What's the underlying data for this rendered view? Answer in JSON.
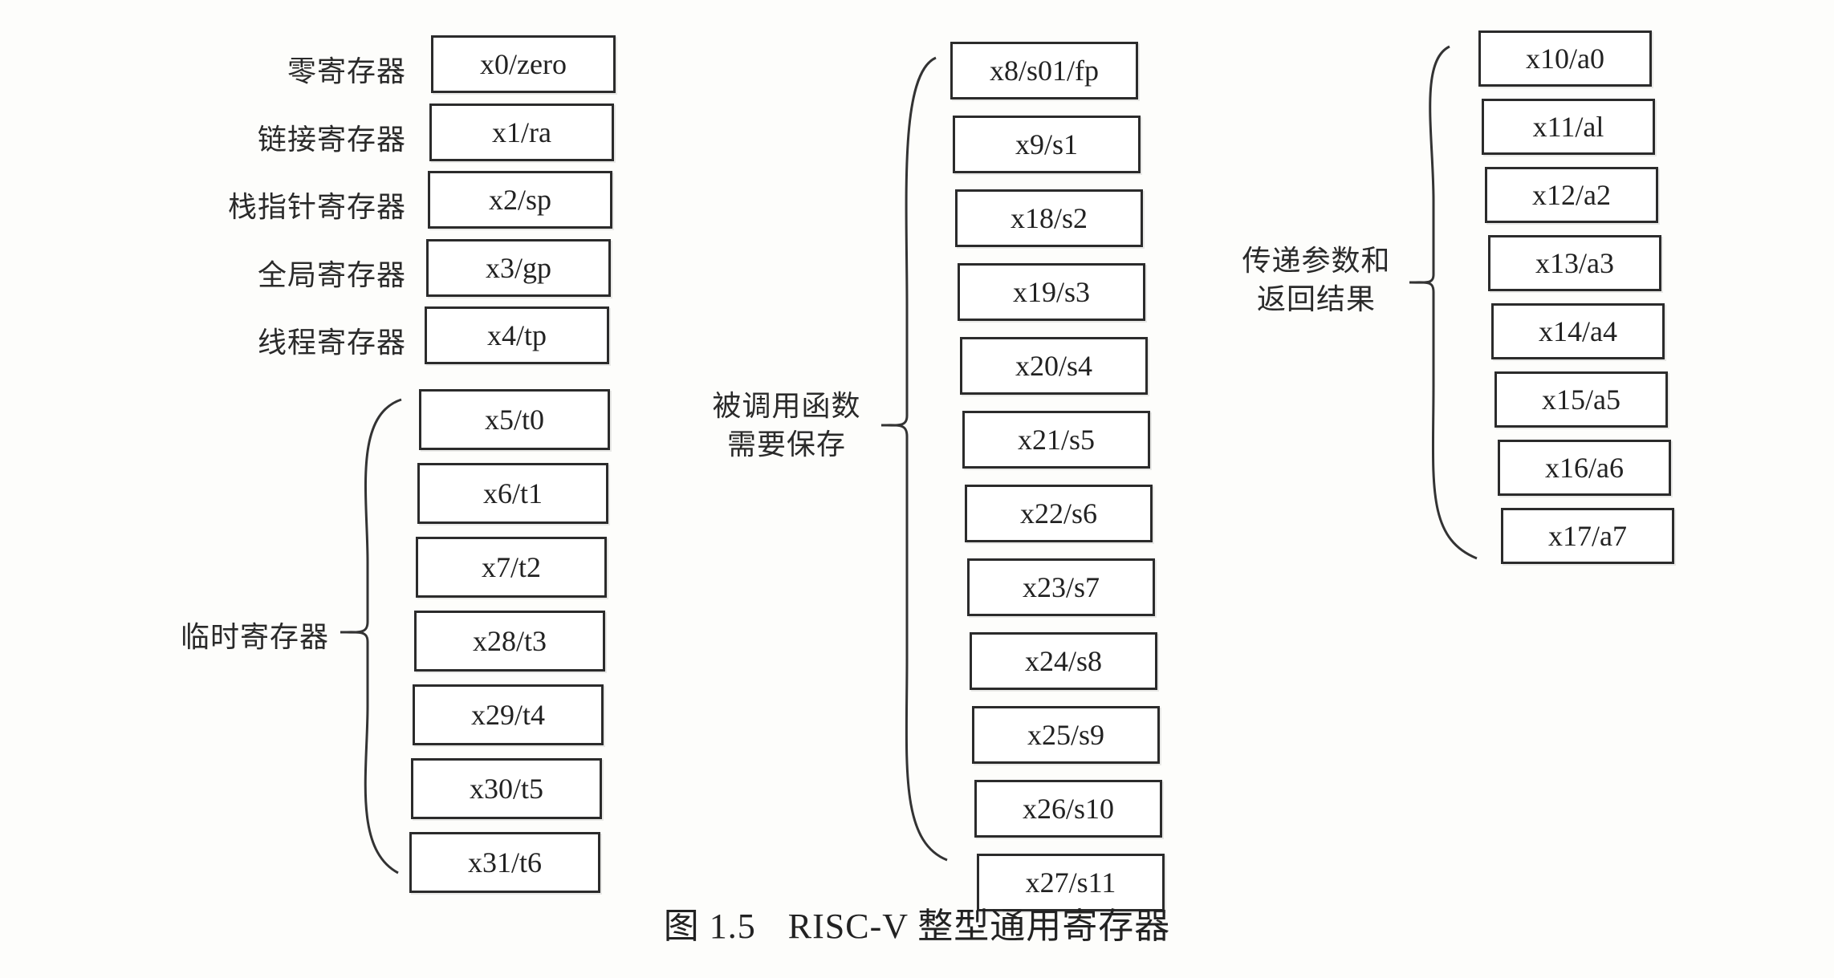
{
  "left_labels": [
    "零寄存器",
    "链接寄存器",
    "栈指针寄存器",
    "全局寄存器",
    "线程寄存器"
  ],
  "left_registers": [
    "x0/zero",
    "x1/ra",
    "x2/sp",
    "x3/gp",
    "x4/tp"
  ],
  "temp_label": "临时寄存器",
  "temp_registers": [
    "x5/t0",
    "x6/t1",
    "x7/t2",
    "x28/t3",
    "x29/t4",
    "x30/t5",
    "x31/t6"
  ],
  "saved_label_line1": "被调用函数",
  "saved_label_line2": "需要保存",
  "saved_registers": [
    "x8/s01/fp",
    "x9/s1",
    "x18/s2",
    "x19/s3",
    "x20/s4",
    "x21/s5",
    "x22/s6",
    "x23/s7",
    "x24/s8",
    "x25/s9",
    "x26/s10",
    "x27/s11"
  ],
  "arg_label_line1": "传递参数和",
  "arg_label_line2": "返回结果",
  "arg_registers": [
    "x10/a0",
    "x11/al",
    "x12/a2",
    "x13/a3",
    "x14/a4",
    "x15/a5",
    "x16/a6",
    "x17/a7"
  ],
  "caption_number": "图 1.5",
  "caption_title": "RISC-V 整型通用寄存器"
}
